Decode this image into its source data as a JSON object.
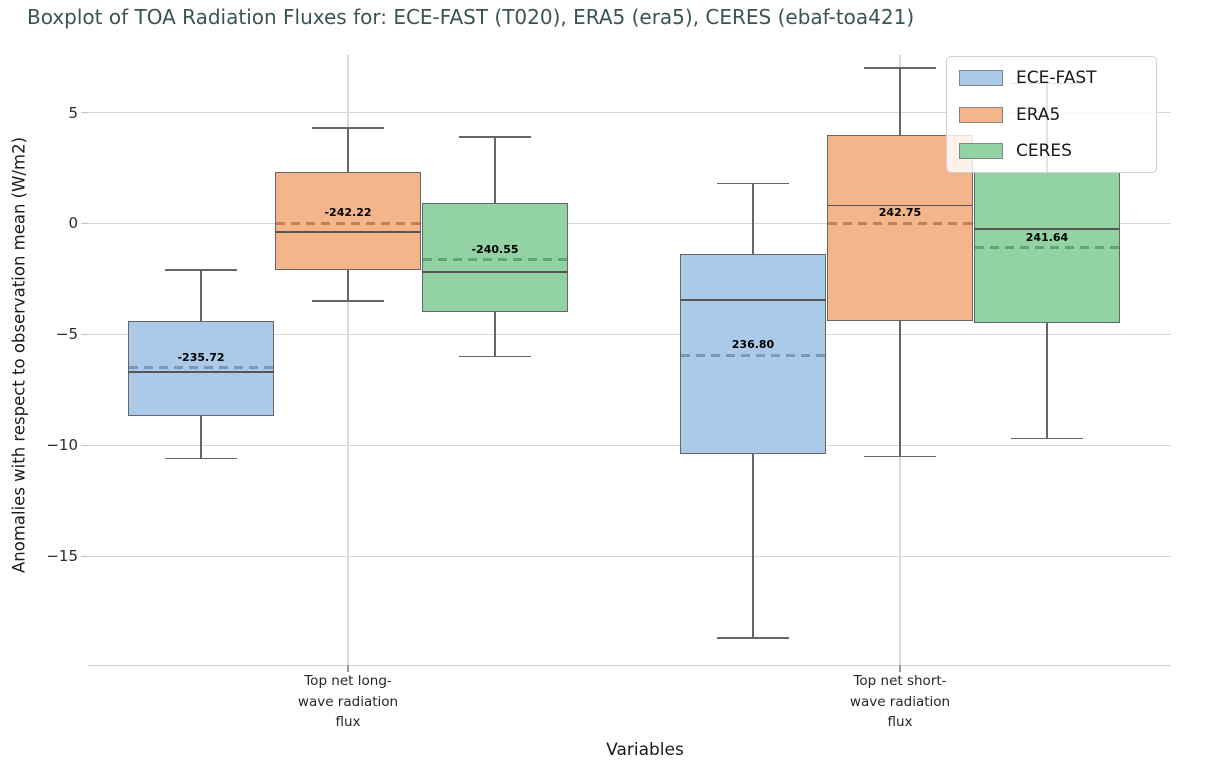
{
  "chart_data": {
    "type": "boxplot",
    "title": "Boxplot of TOA Radiation Fluxes for: ECE-FAST (T020), ERA5 (era5), CERES (ebaf-toa421)",
    "xlabel": "Variables",
    "ylabel": "Anomalies with respect to observation mean (W/m2)",
    "ylim": [
      -20,
      7.6
    ],
    "grid": {
      "horizontal": true,
      "vertical_at_categories": true
    },
    "y_ticks": [
      {
        "value": 5,
        "label": "5"
      },
      {
        "value": 0,
        "label": "0"
      },
      {
        "value": -5,
        "label": "−5"
      },
      {
        "value": -10,
        "label": "−10"
      },
      {
        "value": -15,
        "label": "−15"
      }
    ],
    "legend": {
      "position": "upper right",
      "entries": [
        {
          "label": "ECE-FAST",
          "color": "#abc9e8"
        },
        {
          "label": "ERA5",
          "color": "#f3b589"
        },
        {
          "label": "CERES",
          "color": "#93d2a2"
        }
      ]
    },
    "series_styles": {
      "ECE-FAST": {
        "fill": "#abc9e8",
        "dash": "#7b98b5"
      },
      "ERA5": {
        "fill": "#f3b589",
        "dash": "#c3815a"
      },
      "CERES": {
        "fill": "#93d2a2",
        "dash": "#5ea873"
      }
    },
    "box_edge_color": "#666666",
    "median_color": "#555555",
    "categories": [
      {
        "lines": [
          "Top net long-",
          "wave radiation",
          "flux"
        ]
      },
      {
        "lines": [
          "Top net short-",
          "wave radiation",
          "flux"
        ]
      }
    ],
    "groups": [
      {
        "category": "Top net long-wave radiation flux",
        "boxes": [
          {
            "series": "ECE-FAST",
            "whisker_max": -2.1,
            "q3": -4.4,
            "median": -6.7,
            "mean": -6.5,
            "q1": -8.7,
            "whisker_min": -10.6,
            "mean_label": "-235.72"
          },
          {
            "series": "ERA5",
            "whisker_max": 4.3,
            "q3": 2.3,
            "median": -0.4,
            "mean": 0.0,
            "q1": -2.1,
            "whisker_min": -3.5,
            "mean_label": "-242.22"
          },
          {
            "series": "CERES",
            "whisker_max": 3.9,
            "q3": 0.9,
            "median": -2.2,
            "mean": -1.65,
            "q1": -4.0,
            "whisker_min": -6.0,
            "mean_label": "-240.55"
          }
        ]
      },
      {
        "category": "Top net short-wave radiation flux",
        "boxes": [
          {
            "series": "ECE-FAST",
            "whisker_max": 1.8,
            "q3": -1.4,
            "median": -3.45,
            "mean": -5.95,
            "q1": -10.4,
            "whisker_min": -18.7,
            "mean_label": "236.80"
          },
          {
            "series": "ERA5",
            "whisker_max": 7.0,
            "q3": 4.0,
            "median": 0.8,
            "mean": 0.0,
            "q1": -4.4,
            "whisker_min": -10.5,
            "mean_label": "242.75"
          },
          {
            "series": "CERES",
            "whisker_max": 6.3,
            "q3": 2.3,
            "median": -0.25,
            "mean": -1.1,
            "q1": -4.5,
            "whisker_min": -9.7,
            "mean_label": "241.64"
          }
        ]
      }
    ]
  }
}
